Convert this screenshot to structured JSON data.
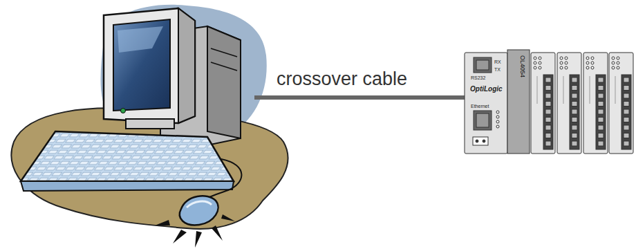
{
  "diagram": {
    "labels": [
      "crossover cable",
      "RS232",
      "RX",
      "TX",
      "OL4054",
      "OptiLogic",
      "Ethernet"
    ]
  }
}
